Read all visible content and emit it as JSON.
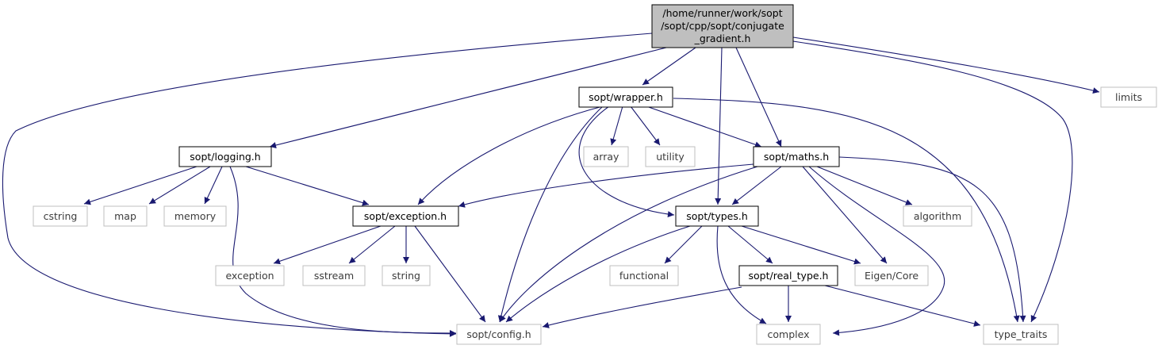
{
  "nodes": {
    "root": {
      "lines": [
        "/home/runner/work/sopt",
        "/sopt/cpp/sopt/conjugate",
        "_gradient.h"
      ]
    },
    "wrapper": {
      "label": "sopt/wrapper.h"
    },
    "logging": {
      "label": "sopt/logging.h"
    },
    "maths": {
      "label": "sopt/maths.h"
    },
    "exception": {
      "label": "sopt/exception.h"
    },
    "types": {
      "label": "sopt/types.h"
    },
    "real_type": {
      "label": "sopt/real_type.h"
    },
    "config": {
      "label": "sopt/config.h"
    },
    "limits": {
      "label": "limits"
    },
    "array": {
      "label": "array"
    },
    "utility": {
      "label": "utility"
    },
    "cstring": {
      "label": "cstring"
    },
    "map": {
      "label": "map"
    },
    "memory": {
      "label": "memory"
    },
    "algorithm": {
      "label": "algorithm"
    },
    "exception_std": {
      "label": "exception"
    },
    "sstream": {
      "label": "sstream"
    },
    "string": {
      "label": "string"
    },
    "functional": {
      "label": "functional"
    },
    "eigen_core": {
      "label": "Eigen/Core"
    },
    "complex": {
      "label": "complex"
    },
    "type_traits": {
      "label": "type_traits"
    }
  },
  "edges": [
    {
      "from": "root",
      "to": "wrapper"
    },
    {
      "from": "root",
      "to": "logging"
    },
    {
      "from": "root",
      "to": "maths"
    },
    {
      "from": "root",
      "to": "types"
    },
    {
      "from": "root",
      "to": "config"
    },
    {
      "from": "root",
      "to": "limits"
    },
    {
      "from": "root",
      "to": "type_traits"
    },
    {
      "from": "wrapper",
      "to": "array"
    },
    {
      "from": "wrapper",
      "to": "utility"
    },
    {
      "from": "wrapper",
      "to": "maths"
    },
    {
      "from": "wrapper",
      "to": "exception"
    },
    {
      "from": "wrapper",
      "to": "types"
    },
    {
      "from": "wrapper",
      "to": "config"
    },
    {
      "from": "wrapper",
      "to": "type_traits"
    },
    {
      "from": "logging",
      "to": "cstring"
    },
    {
      "from": "logging",
      "to": "map"
    },
    {
      "from": "logging",
      "to": "memory"
    },
    {
      "from": "logging",
      "to": "exception"
    },
    {
      "from": "logging",
      "to": "config"
    },
    {
      "from": "maths",
      "to": "exception"
    },
    {
      "from": "maths",
      "to": "types"
    },
    {
      "from": "maths",
      "to": "config"
    },
    {
      "from": "maths",
      "to": "algorithm"
    },
    {
      "from": "maths",
      "to": "eigen_core"
    },
    {
      "from": "maths",
      "to": "complex"
    },
    {
      "from": "maths",
      "to": "type_traits"
    },
    {
      "from": "exception",
      "to": "exception_std"
    },
    {
      "from": "exception",
      "to": "sstream"
    },
    {
      "from": "exception",
      "to": "string"
    },
    {
      "from": "exception",
      "to": "config"
    },
    {
      "from": "types",
      "to": "functional"
    },
    {
      "from": "types",
      "to": "real_type"
    },
    {
      "from": "types",
      "to": "eigen_core"
    },
    {
      "from": "types",
      "to": "complex"
    },
    {
      "from": "types",
      "to": "config"
    },
    {
      "from": "real_type",
      "to": "config"
    },
    {
      "from": "real_type",
      "to": "complex"
    },
    {
      "from": "real_type",
      "to": "type_traits"
    }
  ]
}
